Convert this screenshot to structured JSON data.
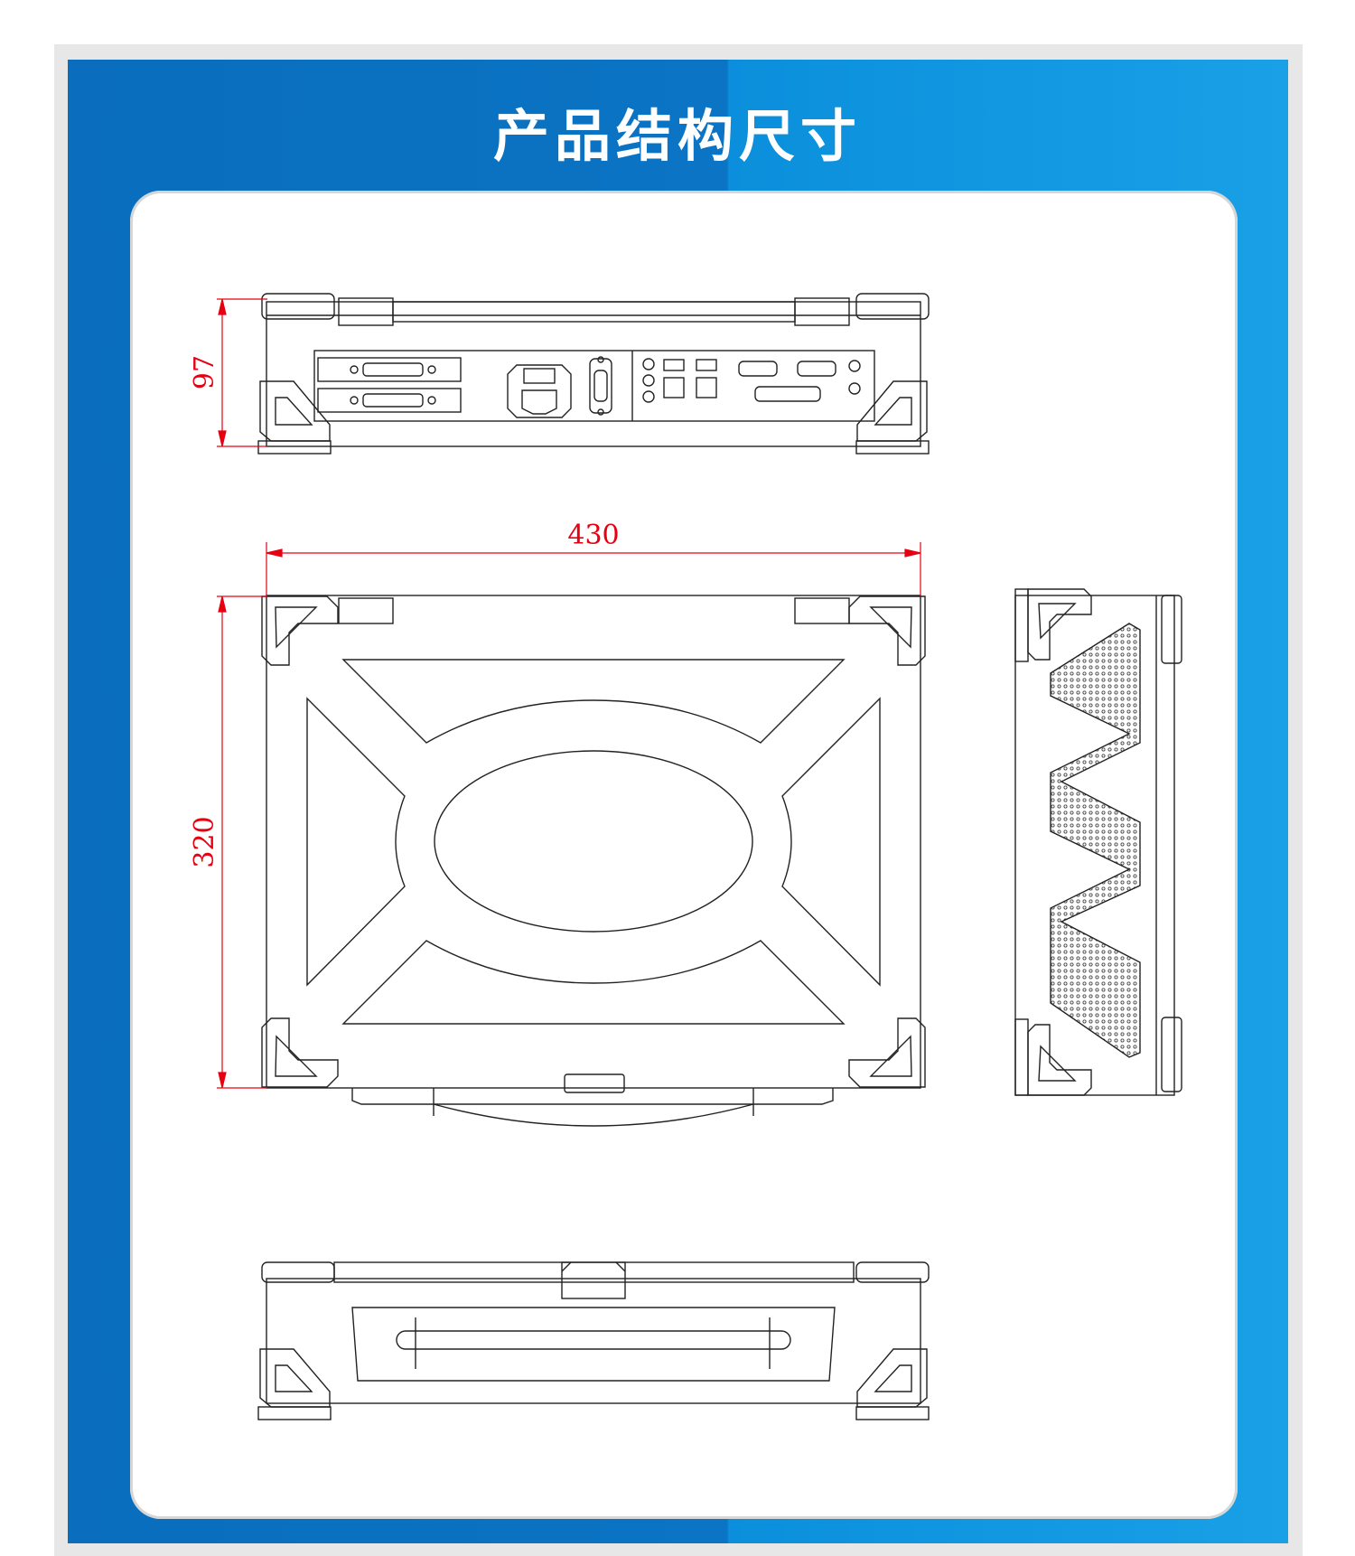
{
  "header": {
    "title": "产品结构尺寸"
  },
  "dimensions": {
    "height_label": "97",
    "width_label": "430",
    "depth_label": "320"
  },
  "colors": {
    "panel_left": "#0b74c4",
    "panel_right": "#19a0e6",
    "dimension_red": "#e60012",
    "line": "#222222"
  }
}
